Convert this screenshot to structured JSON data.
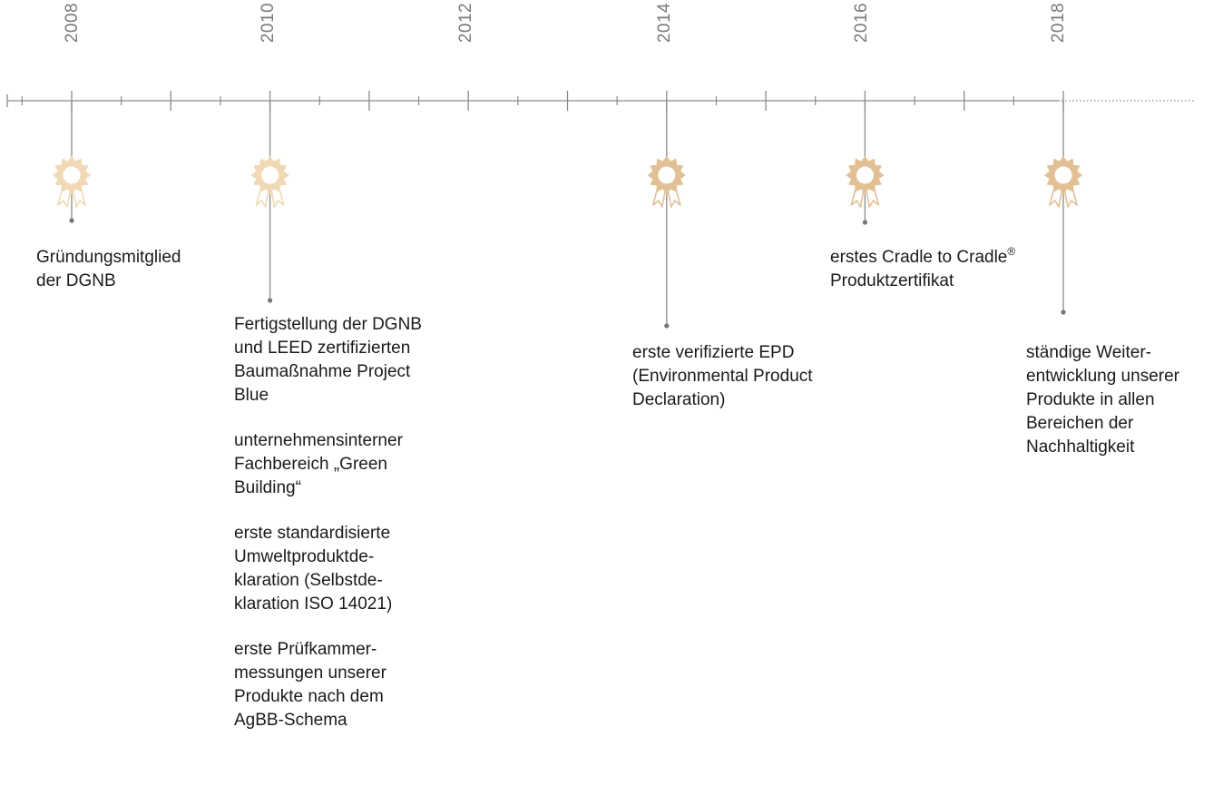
{
  "timeline": {
    "years": [
      {
        "label": "2008"
      },
      {
        "label": "2010"
      },
      {
        "label": "2012"
      },
      {
        "label": "2014"
      },
      {
        "label": "2016"
      },
      {
        "label": "2018"
      }
    ],
    "colors": {
      "axis": "#8a8a8a",
      "award_light": "#f0d9b5",
      "award_dark": "#e2c095",
      "text": "#1a1a1a",
      "year_label": "#7a7a7a"
    },
    "milestones": [
      {
        "year": "2008",
        "icon": "award-badge-icon",
        "lines": [
          "Gründungsmitglied",
          "der DGNB"
        ]
      },
      {
        "year": "2010",
        "icon": "award-badge-icon",
        "paragraphs": [
          [
            "Fertigstellung der DGNB",
            "und LEED zertifizierten",
            "Baumaßnahme Project",
            "Blue"
          ],
          [
            "unternehmensinterner",
            "Fachbereich „Green",
            "Building“"
          ],
          [
            "erste standardisierte",
            "Umweltproduktde-",
            "klaration (Selbstde-",
            "klaration ISO 14021)"
          ],
          [
            "erste Prüfkammer-",
            "messungen unserer",
            "Produkte nach dem",
            "AgBB-Schema"
          ]
        ]
      },
      {
        "year": "2014",
        "icon": "award-badge-icon",
        "lines": [
          "erste verifizierte EPD",
          "(Environmental Product",
          "Declaration)"
        ]
      },
      {
        "year": "2016",
        "icon": "award-badge-icon",
        "line1": "erstes Cradle to Cradle",
        "line1_sup": "®",
        "line2": "Produktzertifikat"
      },
      {
        "year": "2018",
        "icon": "award-badge-icon",
        "lines": [
          "ständige Weiter-",
          "entwicklung unserer",
          "Produkte in allen",
          "Bereichen der",
          "Nachhaltigkeit"
        ]
      }
    ]
  }
}
